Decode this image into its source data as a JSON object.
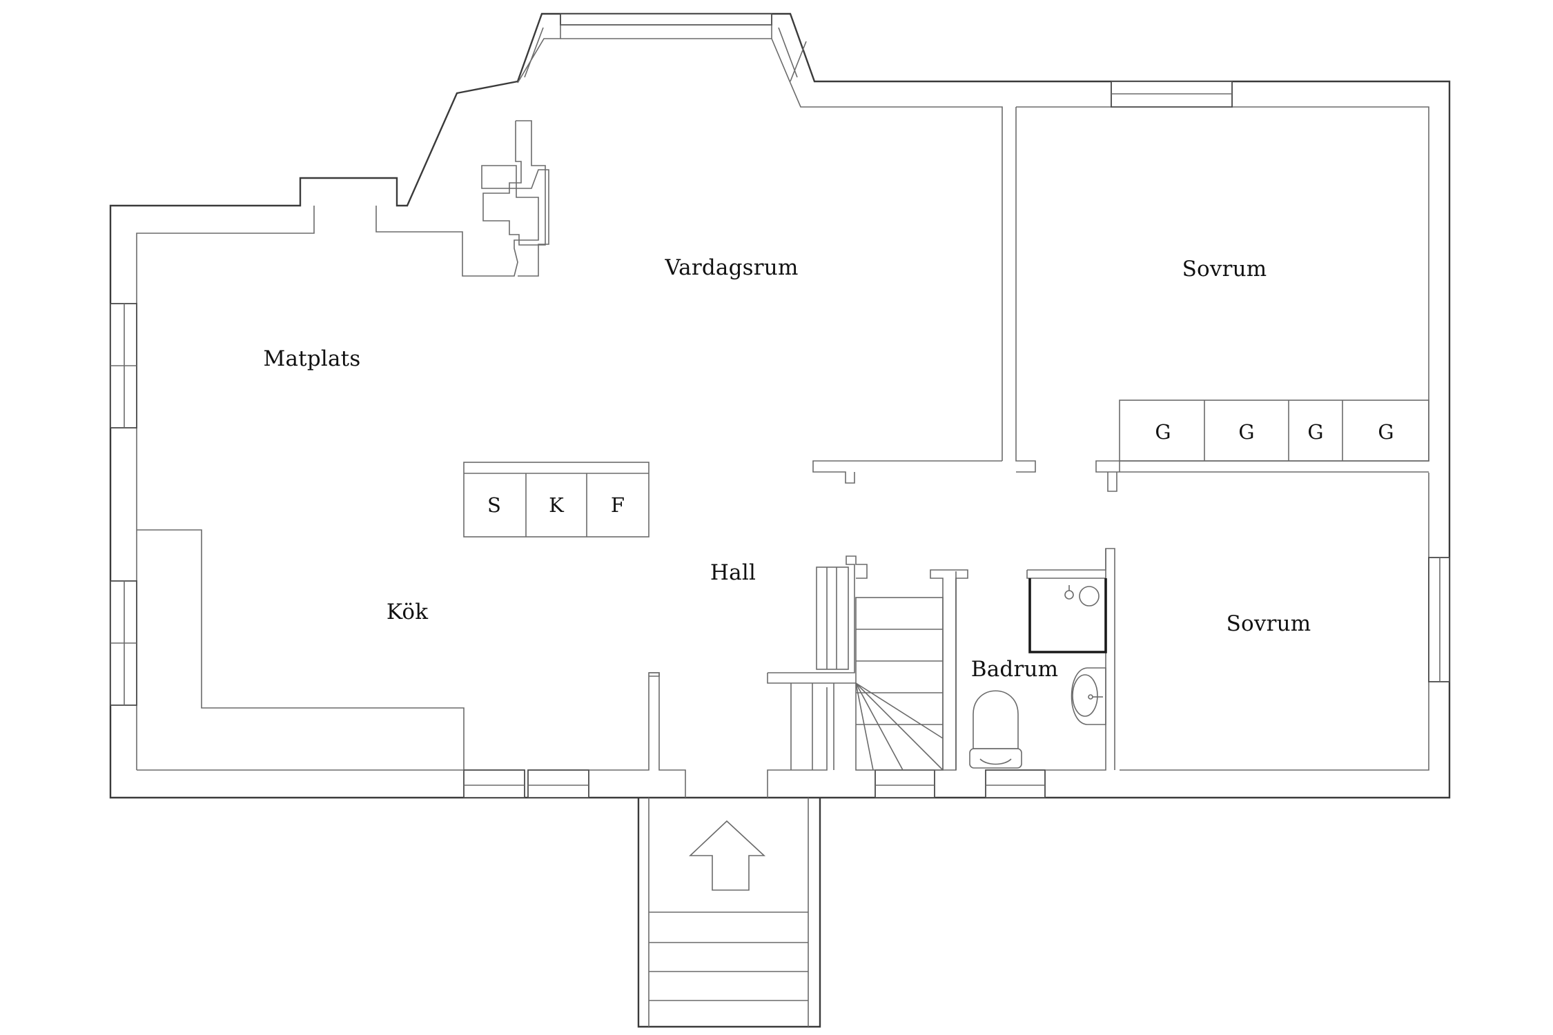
{
  "rooms": {
    "vardagsrum": "Vardagsrum",
    "matplats": "Matplats",
    "kok": "Kök",
    "hall": "Hall",
    "sovrum_1": "Sovrum",
    "sovrum_2": "Sovrum",
    "badrum": "Badrum"
  },
  "appliances": {
    "s": "S",
    "k": "K",
    "f": "F"
  },
  "wardrobes": [
    "G",
    "G",
    "G",
    "G"
  ],
  "colors": {
    "line": "#3a3a3a",
    "background": "#ffffff"
  }
}
